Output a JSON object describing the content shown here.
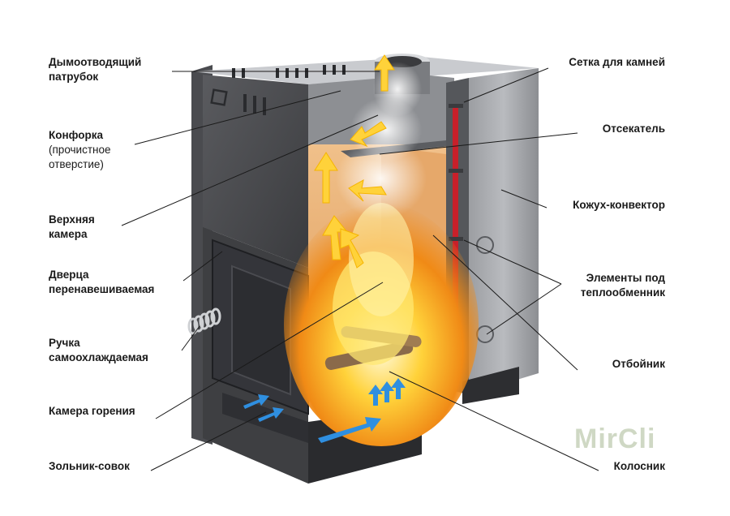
{
  "labels_left": [
    {
      "id": "chimney",
      "lines": [
        "Дымоотводящий",
        "патрубок"
      ]
    },
    {
      "id": "burner",
      "lines": [
        "Конфорка",
        "(прочистное",
        "отверстие)"
      ]
    },
    {
      "id": "upper",
      "lines": [
        "Верхняя",
        "камера"
      ]
    },
    {
      "id": "door",
      "lines": [
        "Дверца",
        "перенавешиваемая"
      ]
    },
    {
      "id": "handle",
      "lines": [
        "Ручка",
        "самоохлаждаемая"
      ]
    },
    {
      "id": "combustion",
      "lines": [
        "Камера горения"
      ]
    },
    {
      "id": "ashpan",
      "lines": [
        "Зольник-совок"
      ]
    }
  ],
  "labels_right": [
    {
      "id": "stone-grid",
      "lines": [
        "Сетка для камней"
      ]
    },
    {
      "id": "cutoff",
      "lines": [
        "Отсекатель"
      ]
    },
    {
      "id": "casing",
      "lines": [
        "Кожух-конвектор"
      ]
    },
    {
      "id": "hx-elements",
      "lines": [
        "Элементы под",
        "теплообменник"
      ]
    },
    {
      "id": "deflector",
      "lines": [
        "Отбойник"
      ]
    },
    {
      "id": "grate",
      "lines": [
        "Колосник"
      ]
    }
  ],
  "watermark": "MirCli",
  "colors": {
    "steel_dark": "#3c3d40",
    "steel_mid": "#6a6c70",
    "steel_light": "#a7a9ad",
    "firebrick": "#e9b47a",
    "flame": "#ffd23a",
    "cold_air": "#2f8fe0",
    "hot_tube": "#c8202a"
  }
}
